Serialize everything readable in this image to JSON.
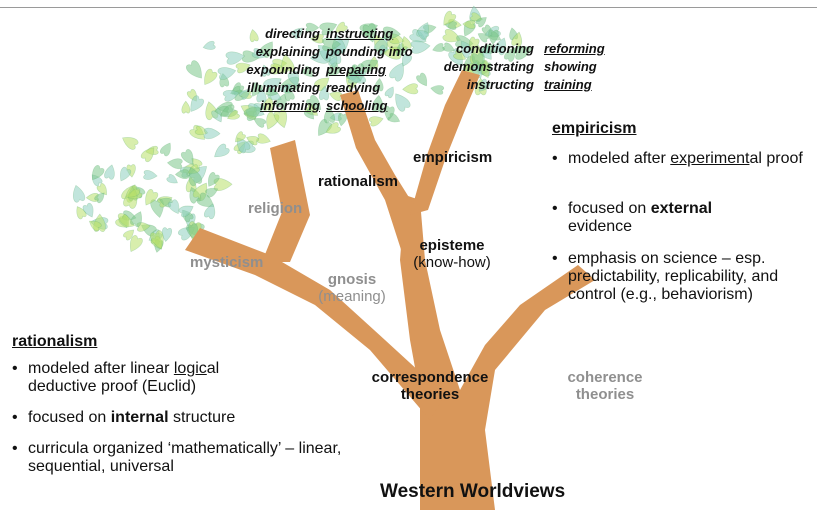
{
  "leaves_left": [
    {
      "text": "directing",
      "underline": false
    },
    {
      "text": "explaining",
      "underline": false
    },
    {
      "text": "expounding",
      "underline": false
    },
    {
      "text": "illuminating",
      "underline": false
    },
    {
      "text": "informing",
      "underline": true
    }
  ],
  "leaves_mid": [
    {
      "text": "instructing",
      "underline": true
    },
    {
      "text": "pounding into",
      "underline": false
    },
    {
      "text": "preparing",
      "underline": true
    },
    {
      "text": "readying",
      "underline": false
    },
    {
      "text": "schooling",
      "underline": true
    }
  ],
  "leaves_right_a": [
    {
      "text": "conditioning",
      "underline": false
    },
    {
      "text": "demonstrating",
      "underline": false
    },
    {
      "text": "instructing",
      "underline": false
    }
  ],
  "leaves_right_b": [
    {
      "text": "reforming",
      "underline": true
    },
    {
      "text": "showing",
      "underline": false
    },
    {
      "text": "training",
      "underline": true
    }
  ],
  "labels": {
    "empiricism": "empiricism",
    "rationalism": "rationalism",
    "religion": "religion",
    "mysticism": "mysticism",
    "episteme": "episteme",
    "episteme_sub": "(know-how)",
    "gnosis": "gnosis",
    "gnosis_sub": "(meaning)",
    "correspondence": "correspondence",
    "correspondence2": "theories",
    "coherence": "coherence",
    "coherence2": "theories"
  },
  "empiricism_panel": {
    "title": "empiricism",
    "b1_pre": "modeled after ",
    "b1_u": "experiment",
    "b1_post": "al proof",
    "b2_pre": "focused on ",
    "b2_bold": "external",
    "b2_post": " evidence",
    "b3": "emphasis on science – esp. predictability, replicability, and control (e.g., behaviorism)"
  },
  "rationalism_panel": {
    "title": "rationalism",
    "b1_pre": "modeled after linear ",
    "b1_u": "logic",
    "b1_post": "al deductive proof (Euclid)",
    "b2_pre": "focused on ",
    "b2_bold": "internal",
    "b2_post": " structure",
    "b3": "curricula organized ‘mathematically’ – linear, sequential, universal"
  },
  "caption": "Western Worldviews",
  "colors": {
    "trunk": "#d9975a",
    "leaf_green": "#7cc68a",
    "leaf_lime": "#b8e06a",
    "leaf_teal": "#8ecfc0",
    "gray_text": "#8f8f8f"
  }
}
